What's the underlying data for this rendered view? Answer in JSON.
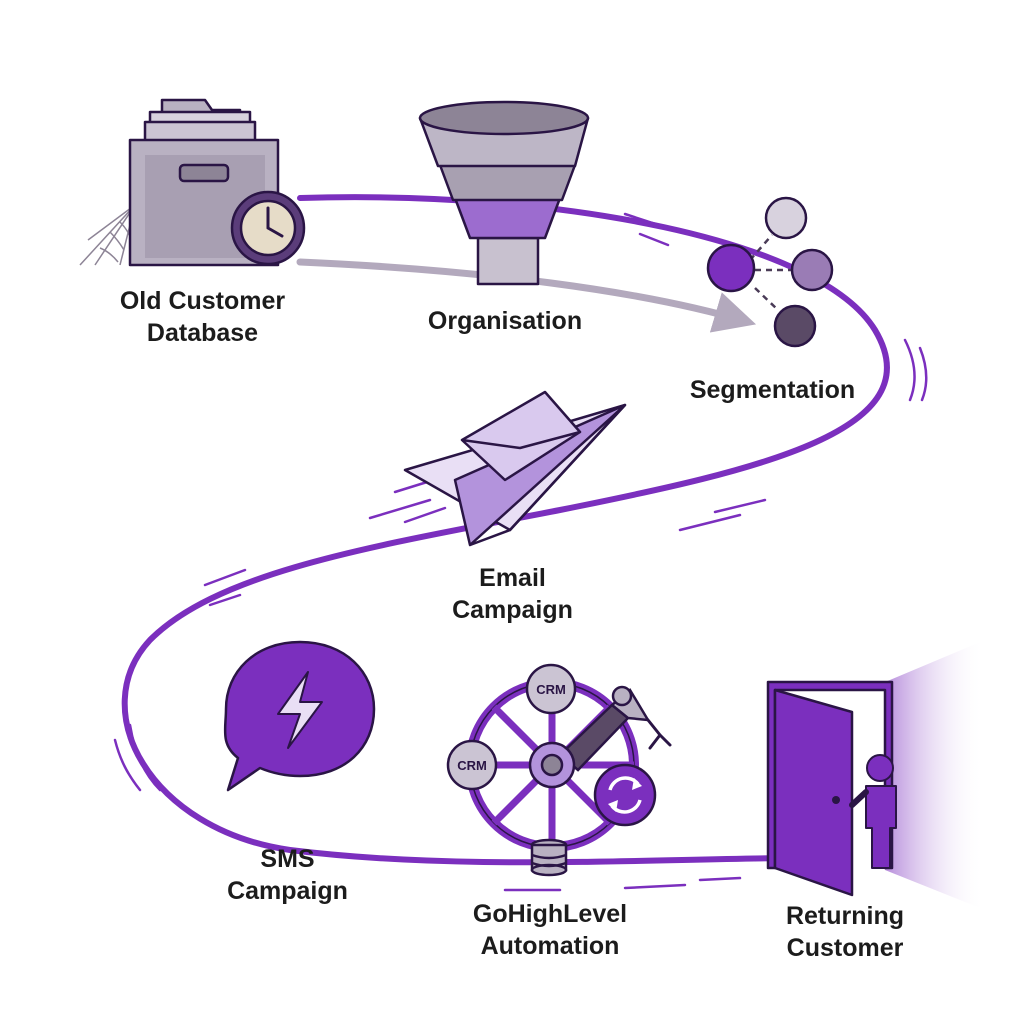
{
  "colors": {
    "accent": "#7b2fbe",
    "accent_dark": "#2a1545",
    "light_purple": "#e9dff5",
    "grey": "#8d8496",
    "text": "#1c1c1c"
  },
  "steps": [
    {
      "lines": [
        "Old Customer",
        "Database"
      ],
      "icon": "archive-box-clock-icon"
    },
    {
      "lines": [
        "Organisation"
      ],
      "icon": "funnel-icon"
    },
    {
      "lines": [
        "Segmentation"
      ],
      "icon": "segment-nodes-icon"
    },
    {
      "lines": [
        "Email",
        "Campaign"
      ],
      "icon": "envelope-paper-plane-icon"
    },
    {
      "lines": [
        "SMS",
        "Campaign"
      ],
      "icon": "sms-bubble-lightning-icon"
    },
    {
      "lines": [
        "GoHighLevel",
        "Automation"
      ],
      "icon": "automation-wheel-icon"
    },
    {
      "lines": [
        "Returning",
        "Customer"
      ],
      "icon": "open-door-person-icon"
    }
  ],
  "automation": {
    "crm_top": "CRM",
    "crm_left": "CRM"
  }
}
